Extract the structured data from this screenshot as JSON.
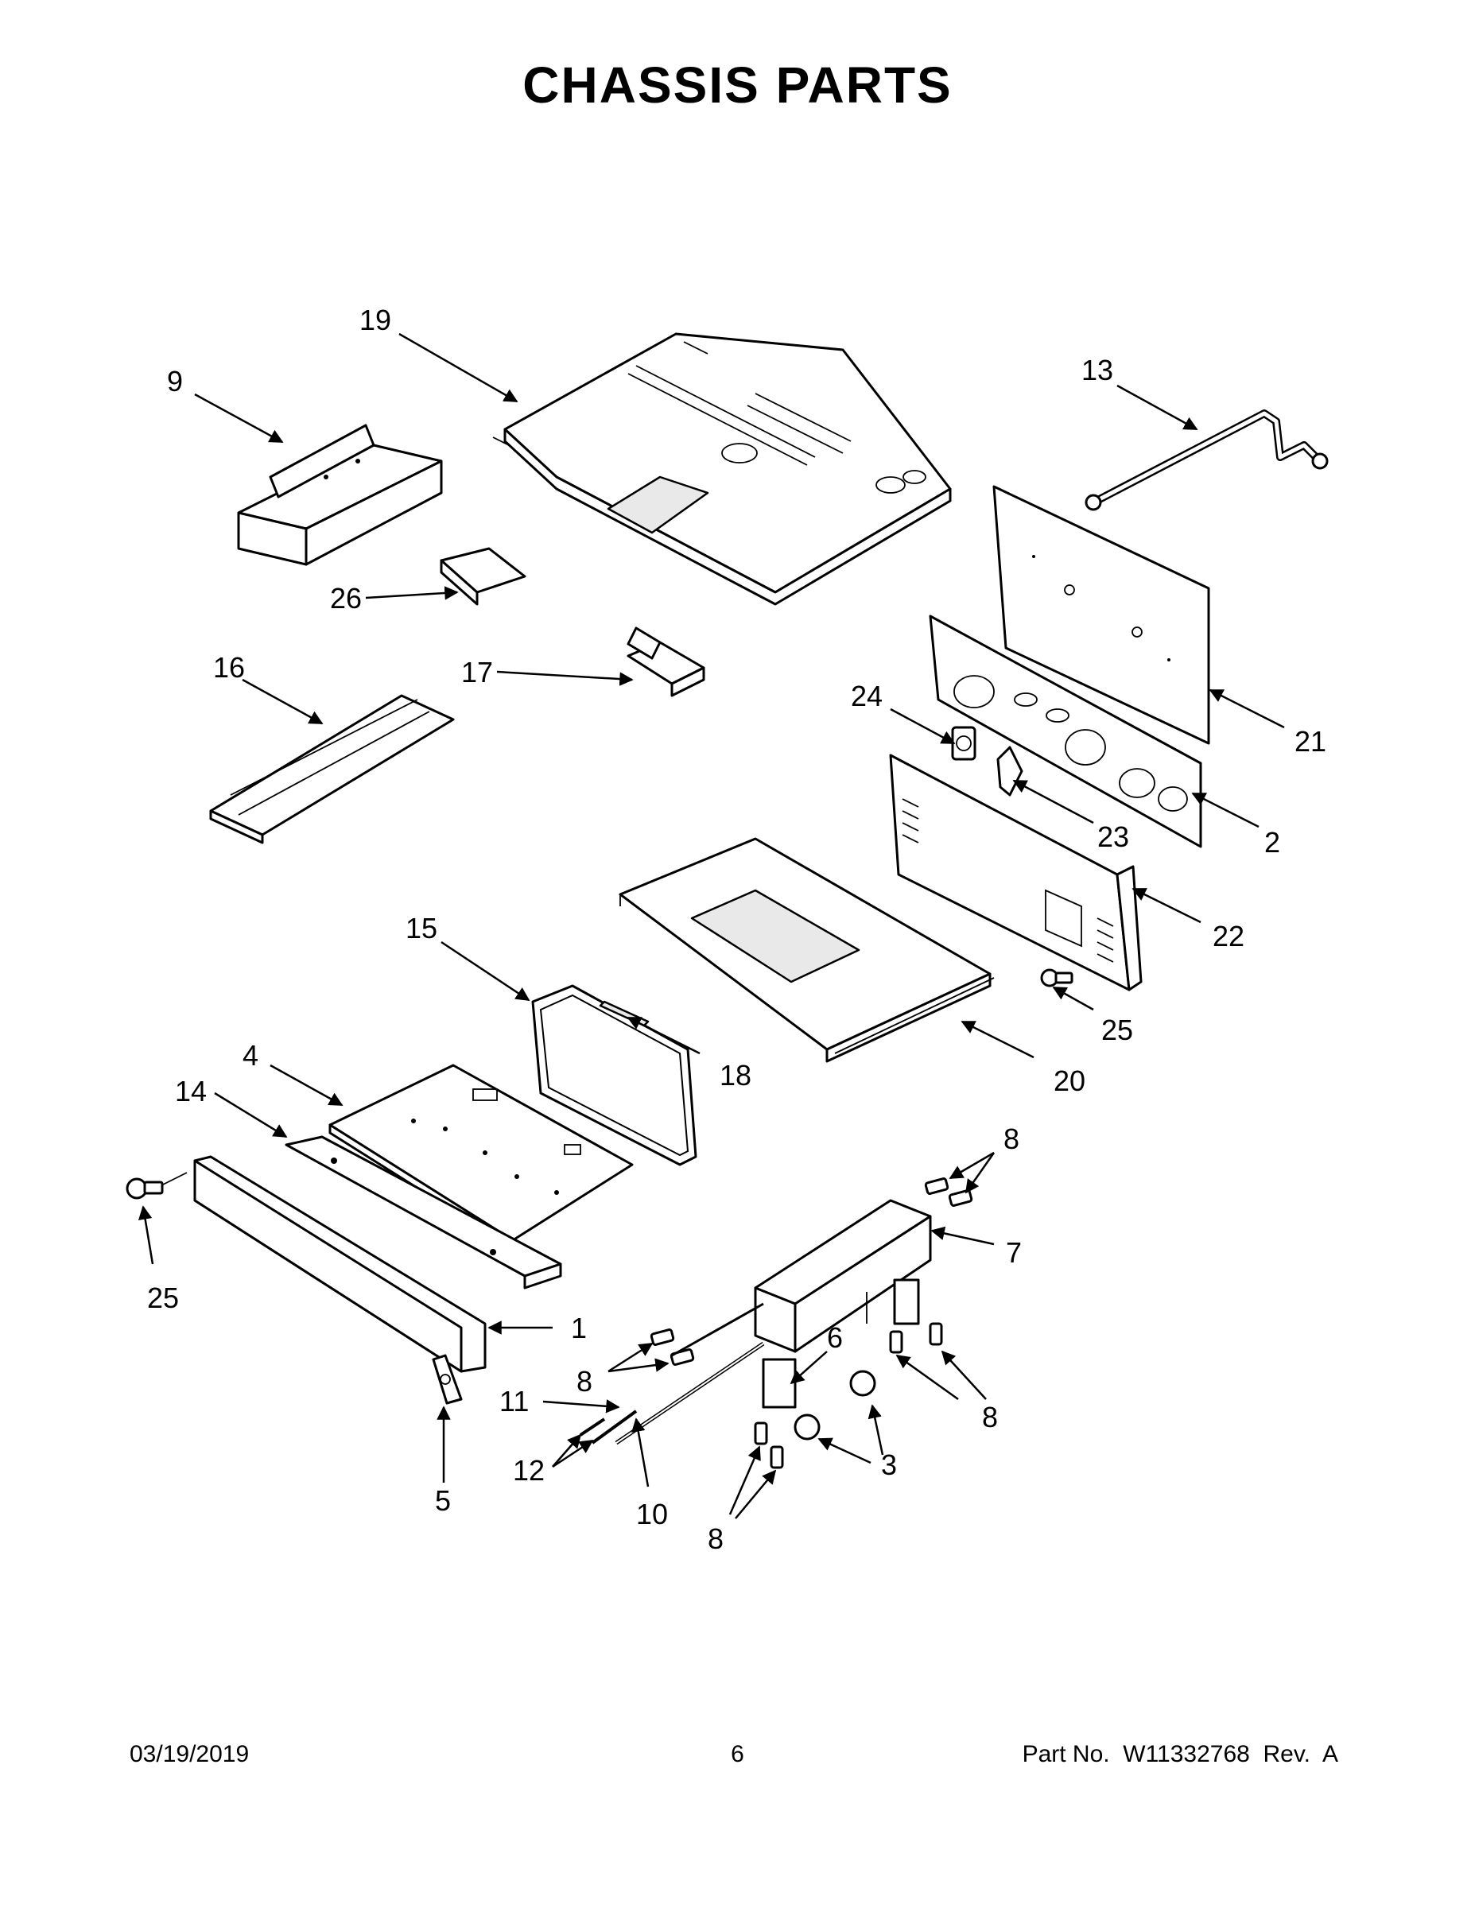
{
  "title": "CHASSIS PARTS",
  "footer": {
    "date": "03/19/2019",
    "page": "6",
    "part_no": "Part No.  W11332768  Rev.  A"
  },
  "callouts": [
    {
      "id": "c19",
      "text": "19"
    },
    {
      "id": "c9",
      "text": "9"
    },
    {
      "id": "c13",
      "text": "13"
    },
    {
      "id": "c26",
      "text": "26"
    },
    {
      "id": "c16",
      "text": "16"
    },
    {
      "id": "c17",
      "text": "17"
    },
    {
      "id": "c24",
      "text": "24"
    },
    {
      "id": "c21",
      "text": "21"
    },
    {
      "id": "c23",
      "text": "23"
    },
    {
      "id": "c2",
      "text": "2"
    },
    {
      "id": "c22",
      "text": "22"
    },
    {
      "id": "c15",
      "text": "15"
    },
    {
      "id": "c25a",
      "text": "25"
    },
    {
      "id": "c4",
      "text": "4"
    },
    {
      "id": "c18",
      "text": "18"
    },
    {
      "id": "c20",
      "text": "20"
    },
    {
      "id": "c14",
      "text": "14"
    },
    {
      "id": "c8a",
      "text": "8"
    },
    {
      "id": "c7",
      "text": "7"
    },
    {
      "id": "c25b",
      "text": "25"
    },
    {
      "id": "c1",
      "text": "1"
    },
    {
      "id": "c6",
      "text": "6"
    },
    {
      "id": "c8b",
      "text": "8"
    },
    {
      "id": "c11",
      "text": "11"
    },
    {
      "id": "c8c",
      "text": "8"
    },
    {
      "id": "c3",
      "text": "3"
    },
    {
      "id": "c12",
      "text": "12"
    },
    {
      "id": "c5",
      "text": "5"
    },
    {
      "id": "c10",
      "text": "10"
    },
    {
      "id": "c8d",
      "text": "8"
    }
  ]
}
